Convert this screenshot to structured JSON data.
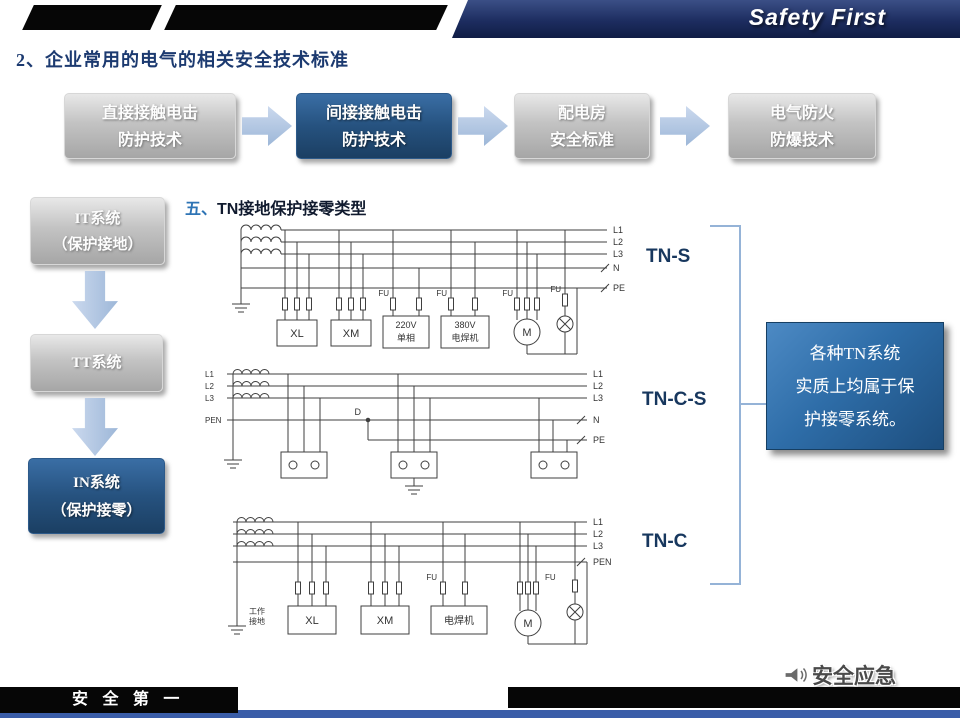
{
  "header": {
    "brand": "Safety First",
    "title": "2、企业常用的电气的相关安全技术标准"
  },
  "flow": {
    "step1": {
      "line1": "直接接触电击",
      "line2": "防护技术"
    },
    "step2": {
      "line1": "间接接触电击",
      "line2": "防护技术"
    },
    "step3": {
      "line1": "配电房",
      "line2": "安全标准"
    },
    "step4": {
      "line1": "电气防火",
      "line2": "防爆技术"
    }
  },
  "sidebar": {
    "it_line1": "IT系统",
    "it_line2": "（保护接地）",
    "tt_line1": "TT系统",
    "tn_line1": "IN系统",
    "tn_line2": "（保护接零）"
  },
  "section": {
    "num": "五、",
    "title": "TN接地保护接零类型"
  },
  "diagram_tns": {
    "label": "TN-S",
    "l1": "L1",
    "l2": "L2",
    "l3": "L3",
    "n": "N",
    "pe": "PE",
    "xl": "XL",
    "xm": "XM",
    "box220_1": "220V",
    "box220_2": "单相",
    "box380_1": "380V",
    "box380_2": "电焊机",
    "fu": "FU",
    "motor": "M"
  },
  "diagram_tncs": {
    "label": "TN-C-S",
    "left": {
      "l1": "L1",
      "l2": "L2",
      "l3": "L3",
      "pen": "PEN"
    },
    "right": {
      "l1": "L1",
      "l2": "L2",
      "l3": "L3",
      "n": "N",
      "pe": "PE"
    },
    "d": "D"
  },
  "diagram_tnc": {
    "label": "TN-C",
    "l1": "L1",
    "l2": "L2",
    "l3": "L3",
    "pen": "PEN",
    "xl": "XL",
    "xm": "XM",
    "welder": "电焊机",
    "fu": "FU",
    "motor": "M",
    "ground_label1": "工作",
    "ground_label2": "接地"
  },
  "callout": {
    "line1": "各种TN系统",
    "line2": "实质上均属于保",
    "line3": "护接零系统。"
  },
  "footer": {
    "slogan": "安 全 第 一",
    "brand": "安全应急"
  },
  "colors": {
    "header_navy": "#1d2d60",
    "highlight_blue": "#26527f",
    "arrow_blue": "#9db7d8",
    "callout_blue": "#2e6da8",
    "label_navy": "#17375e",
    "footer_blue": "#3a5da8"
  }
}
